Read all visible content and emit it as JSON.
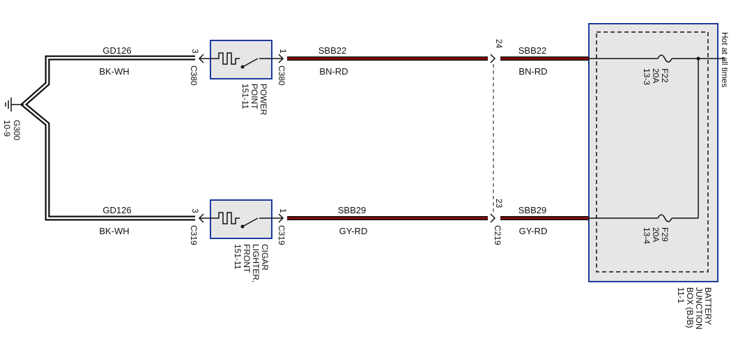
{
  "ground": {
    "id": "G300",
    "ref": "10-9"
  },
  "top_circuit": {
    "ground_wire": {
      "circuit": "GD126",
      "color": "BK-WH"
    },
    "device": {
      "name_lines": [
        "POWER",
        "POINT",
        "151-11"
      ]
    },
    "connector_left": {
      "pin": "3",
      "id": "C380"
    },
    "connector_right": {
      "pin": "1",
      "id": "C380"
    },
    "feed_wire": {
      "circuit": "SBB22",
      "color": "BN-RD"
    },
    "splice_pin": "24",
    "bjb_wire": {
      "circuit": "SBB22",
      "color": "BN-RD"
    },
    "fuse": {
      "id": "F22",
      "rating": "20A",
      "ref": "13-3"
    }
  },
  "bottom_circuit": {
    "ground_wire": {
      "circuit": "GD126",
      "color": "BK-WH"
    },
    "device": {
      "name_lines": [
        "CIGAR",
        "LIGHTER,",
        "FRONT",
        "151-11"
      ]
    },
    "connector_left": {
      "pin": "3",
      "id": "C319"
    },
    "connector_right": {
      "pin": "1",
      "id": "C319"
    },
    "feed_wire": {
      "circuit": "SBB29",
      "color": "GY-RD"
    },
    "splice_pin": "23",
    "splice_connector": "C219",
    "bjb_wire": {
      "circuit": "SBB29",
      "color": "GY-RD"
    },
    "fuse": {
      "id": "F29",
      "rating": "20A",
      "ref": "13-4"
    }
  },
  "bjb": {
    "name_lines": [
      "BATTERY",
      "JUNCTION",
      "BOX (BJB)",
      "11-1"
    ]
  },
  "power_label": "Hot at all times",
  "colors": {
    "red_wire": "#8b0a0a",
    "ground_wire": "#111111",
    "box_border": "#1e3a9e",
    "bjb_fill": "#e6e6e6"
  }
}
